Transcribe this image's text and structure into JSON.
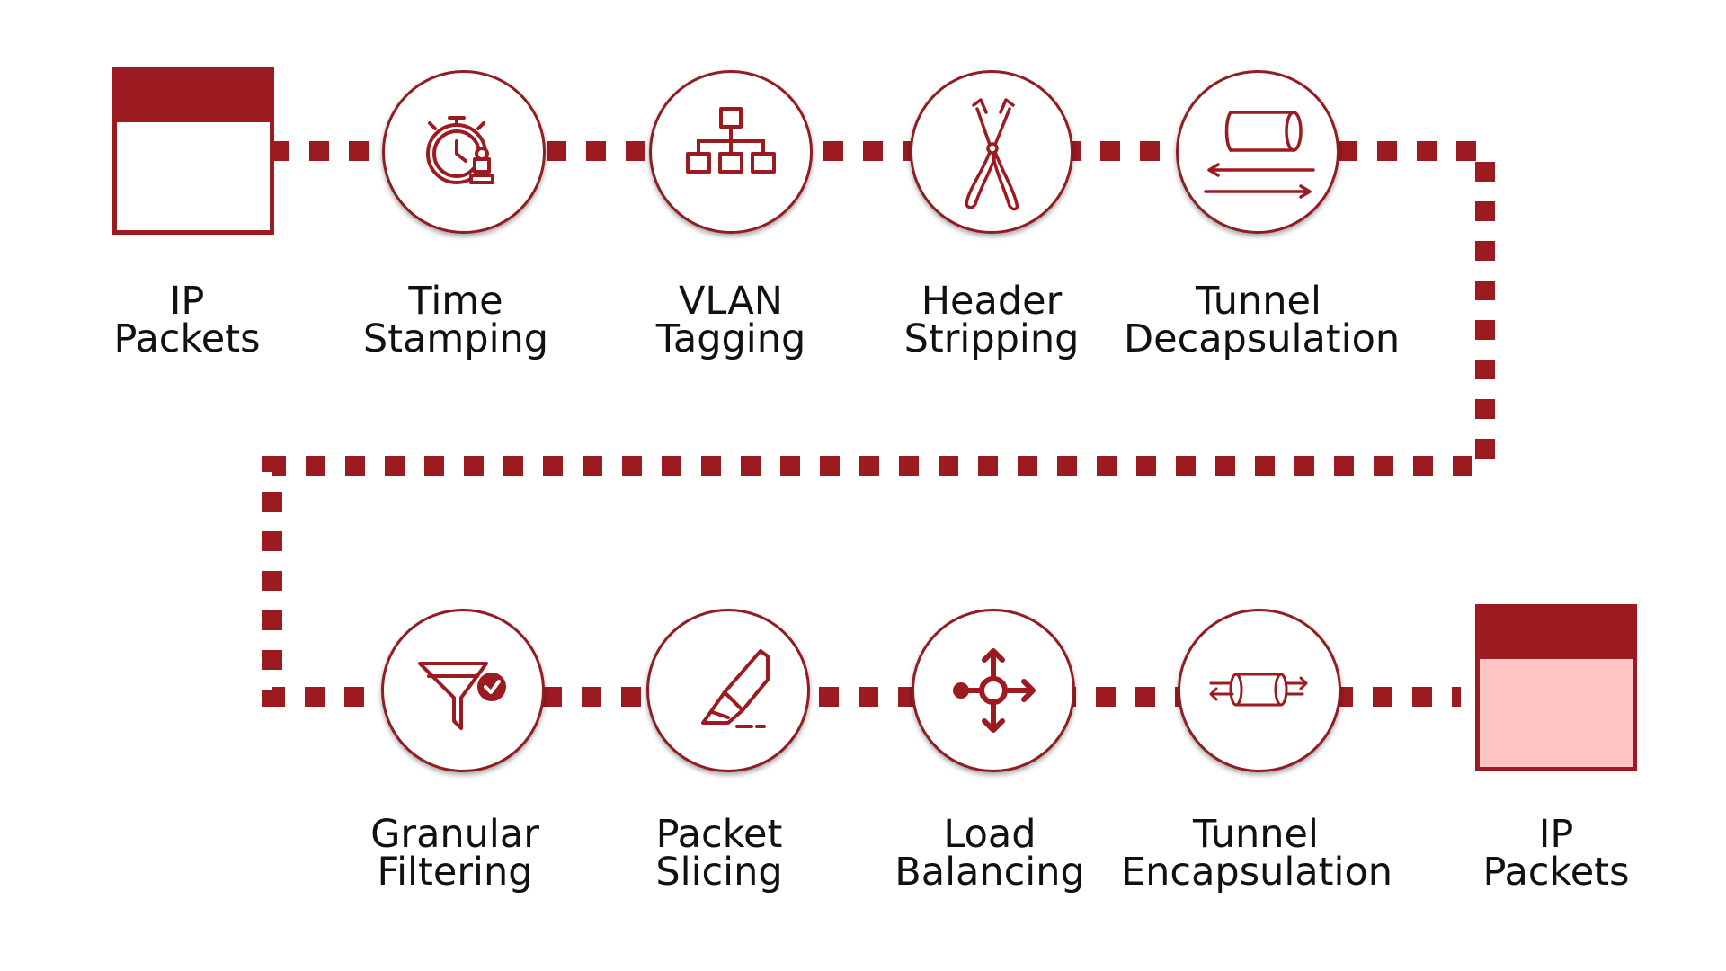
{
  "colors": {
    "accent": "#9c1b21",
    "input_fill": "#ffffff",
    "output_fill": "#ffc4c6"
  },
  "input": {
    "line1": "IP",
    "line2": "Packets"
  },
  "output": {
    "line1": "IP",
    "line2": "Packets"
  },
  "steps": [
    {
      "line1": "Time",
      "line2": "Stamping",
      "icon": "stopwatch-stamp-icon"
    },
    {
      "line1": "VLAN",
      "line2": "Tagging",
      "icon": "network-hierarchy-icon"
    },
    {
      "line1": "Header",
      "line2": "Stripping",
      "icon": "pliers-icon"
    },
    {
      "line1": "Tunnel",
      "line2": "Decapsulation",
      "icon": "tunnel-decap-icon"
    },
    {
      "line1": "Granular",
      "line2": "Filtering",
      "icon": "filter-check-icon"
    },
    {
      "line1": "Packet",
      "line2": "Slicing",
      "icon": "cutter-icon"
    },
    {
      "line1": "Load",
      "line2": "Balancing",
      "icon": "load-balance-icon"
    },
    {
      "line1": "Tunnel",
      "line2": "Encapsulation",
      "icon": "tunnel-encap-icon"
    }
  ]
}
